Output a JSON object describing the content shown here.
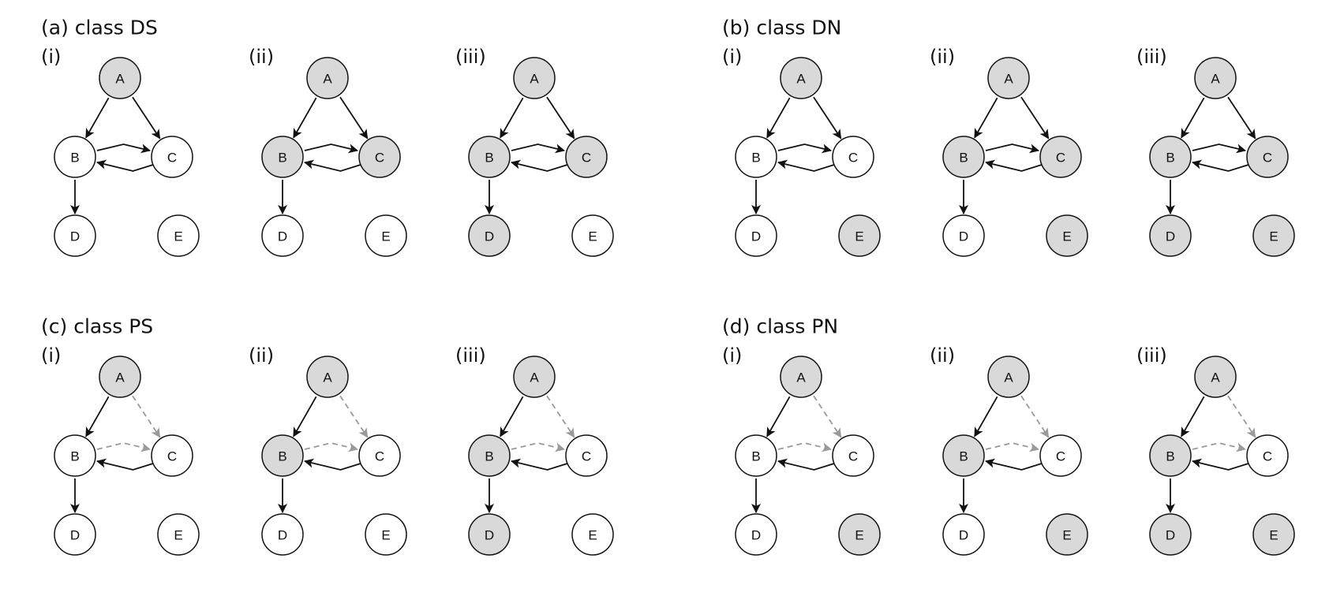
{
  "colors": {
    "shaded": "#d9d9d9",
    "unshaded": "#ffffff",
    "solid_edge": "#111111",
    "dashed_edge": "#9a9a9a",
    "stroke": "#111111"
  },
  "panels": [
    {
      "id": "a",
      "title": "(a) class DS",
      "subs": [
        {
          "label": "(i)",
          "shaded": [
            "A"
          ]
        },
        {
          "label": "(ii)",
          "shaded": [
            "A",
            "B",
            "C"
          ]
        },
        {
          "label": "(iii)",
          "shaded": [
            "A",
            "B",
            "C",
            "D"
          ]
        }
      ],
      "edges": {
        "A-C": "solid",
        "B-C": "solid"
      }
    },
    {
      "id": "b",
      "title": "(b) class DN",
      "subs": [
        {
          "label": "(i)",
          "shaded": [
            "A",
            "E"
          ]
        },
        {
          "label": "(ii)",
          "shaded": [
            "A",
            "B",
            "C",
            "E"
          ]
        },
        {
          "label": "(iii)",
          "shaded": [
            "A",
            "B",
            "C",
            "D",
            "E"
          ]
        }
      ],
      "edges": {
        "A-C": "solid",
        "B-C": "solid"
      }
    },
    {
      "id": "c",
      "title": "(c) class PS",
      "subs": [
        {
          "label": "(i)",
          "shaded": [
            "A"
          ]
        },
        {
          "label": "(ii)",
          "shaded": [
            "A",
            "B"
          ]
        },
        {
          "label": "(iii)",
          "shaded": [
            "A",
            "B",
            "D"
          ]
        }
      ],
      "edges": {
        "A-C": "dashed",
        "B-C": "dashed"
      }
    },
    {
      "id": "d",
      "title": "(d) class PN",
      "subs": [
        {
          "label": "(i)",
          "shaded": [
            "A",
            "E"
          ]
        },
        {
          "label": "(ii)",
          "shaded": [
            "A",
            "B",
            "E"
          ]
        },
        {
          "label": "(iii)",
          "shaded": [
            "A",
            "B",
            "D",
            "E"
          ]
        }
      ],
      "edges": {
        "A-C": "dashed",
        "B-C": "dashed"
      }
    }
  ],
  "node_labels": [
    "A",
    "B",
    "C",
    "D",
    "E"
  ]
}
